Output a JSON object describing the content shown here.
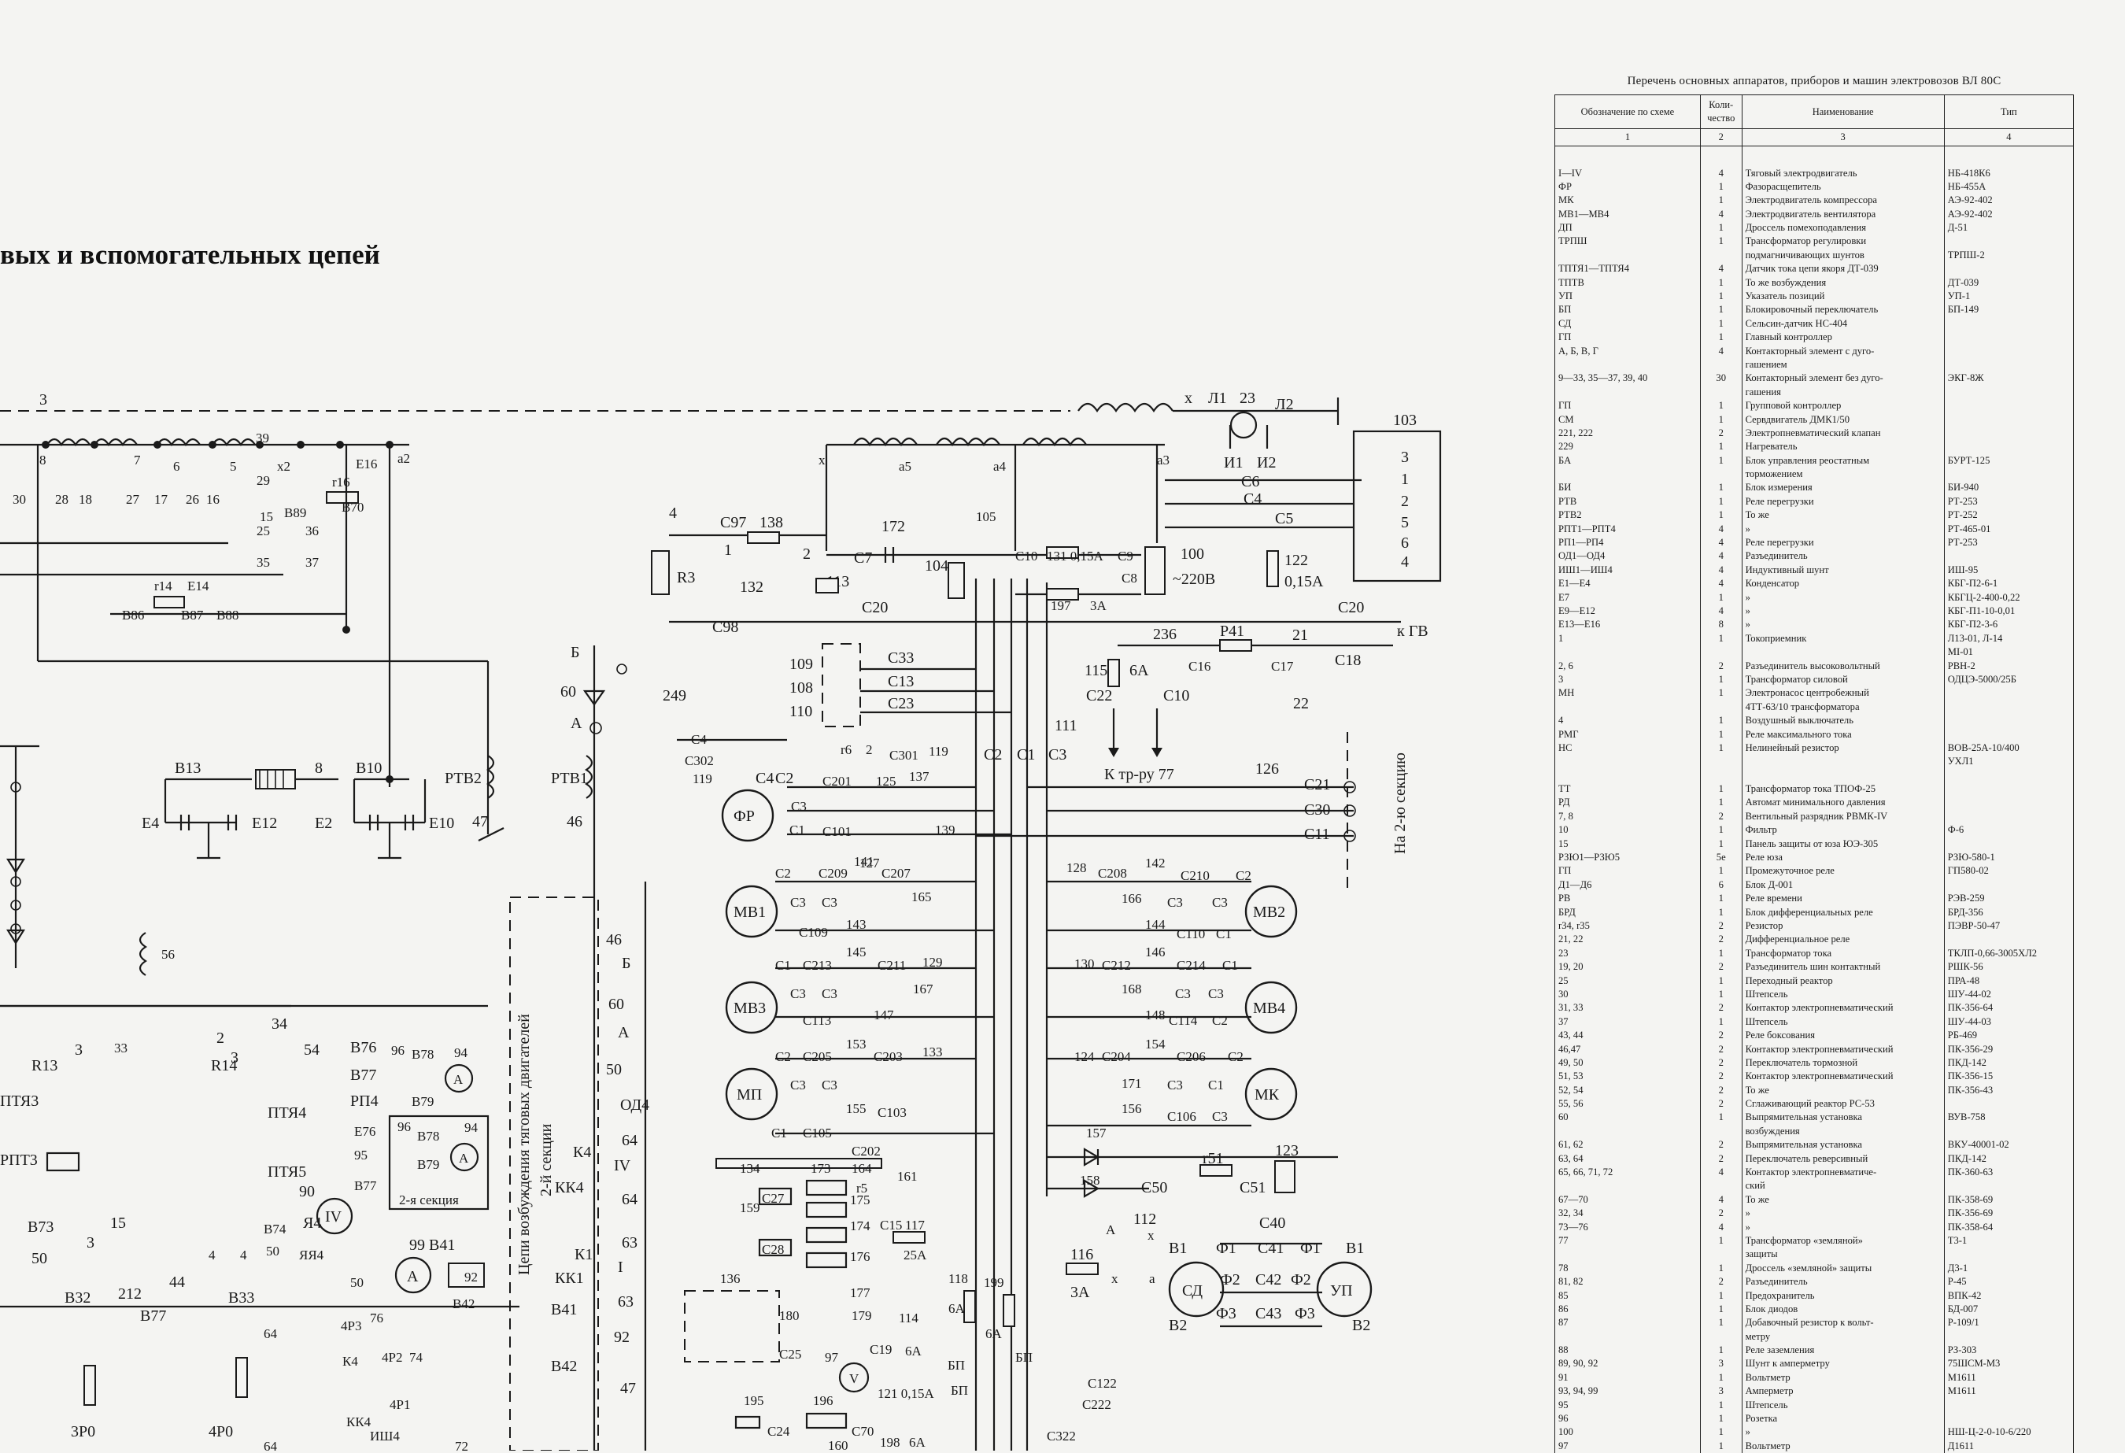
{
  "title": "вых и вспомогательных цепей",
  "parts_table": {
    "caption": "Перечень основных аппаратов, приборов и машин электровозов ВЛ 80С",
    "headers": [
      "Обозначение по схеме",
      "Коли-чество",
      "Наименование",
      "Тип"
    ],
    "col_numbers": [
      "1",
      "2",
      "3",
      "4"
    ],
    "rows": [
      [
        "I—IV",
        "4",
        "Тяговый электродвигатель",
        "НБ-418К6"
      ],
      [
        "ФР",
        "1",
        "Фазорасщепитель",
        "НБ-455А"
      ],
      [
        "МК",
        "1",
        "Электродвигатель компрессора",
        "АЭ-92-402"
      ],
      [
        "МВ1—МВ4",
        "4",
        "Электродвигатель вентилятора",
        "АЭ-92-402"
      ],
      [
        "ДП",
        "1",
        "Дроссель помехоподавления",
        "Д-51"
      ],
      [
        "ТРПШ",
        "1",
        "Трансформатор регулировки",
        ""
      ],
      [
        "",
        "",
        "подмагничивающих шунтов",
        "ТРПШ-2"
      ],
      [
        "ТПТЯ1—ТПТЯ4",
        "4",
        "Датчик тока цепи якоря ДТ-039",
        ""
      ],
      [
        "ТПТВ",
        "1",
        "То же возбуждения",
        "ДТ-039"
      ],
      [
        "УП",
        "1",
        "Указатель позиций",
        "УП-1"
      ],
      [
        "БП",
        "1",
        "Блокировочный переключатель",
        "БП-149"
      ],
      [
        "СД",
        "1",
        "Сельсин-датчик НС-404",
        ""
      ],
      [
        "ГП",
        "1",
        "Главный контроллер",
        ""
      ],
      [
        "А, Б, В, Г",
        "4",
        "Контакторный элемент с дуго-",
        ""
      ],
      [
        "",
        "",
        "гашением",
        ""
      ],
      [
        "9—33, 35—37, 39, 40",
        "30",
        "Контакторный элемент без дуго-",
        "ЭКГ-8Ж"
      ],
      [
        "",
        "",
        "гашения",
        ""
      ],
      [
        "ГП",
        "1",
        "Групповой контроллер",
        ""
      ],
      [
        "СМ",
        "1",
        "Сервдвигатель ДМК1/50",
        ""
      ],
      [
        "221, 222",
        "2",
        "Электропневматический клапан",
        ""
      ],
      [
        "229",
        "1",
        "Нагреватель",
        ""
      ],
      [
        "БА",
        "1",
        "Блок управления реостатным",
        "БУРТ-125"
      ],
      [
        "",
        "",
        "торможением",
        ""
      ],
      [
        "БИ",
        "1",
        "Блок измерения",
        "БИ-940"
      ],
      [
        "РТВ",
        "1",
        "Реле перегрузки",
        "РТ-253"
      ],
      [
        "РТВ2",
        "1",
        "То же",
        "РТ-252"
      ],
      [
        "РПТ1—РПТ4",
        "4",
        "»",
        "РТ-465-01"
      ],
      [
        "РП1—РП4",
        "4",
        "Реле перегрузки",
        "РТ-253"
      ],
      [
        "ОД1—ОД4",
        "4",
        "Разъединитель",
        ""
      ],
      [
        "ИШ1—ИШ4",
        "4",
        "Индуктивный шунт",
        "ИШ-95"
      ],
      [
        "Е1—Е4",
        "4",
        "Конденсатор",
        "КБГ-П2-6-1"
      ],
      [
        "Е7",
        "1",
        "»",
        "КБГЦ-2-400-0,22"
      ],
      [
        "Е9—Е12",
        "4",
        "»",
        "КБГ-П1-10-0,01"
      ],
      [
        "Е13—Е16",
        "8",
        "»",
        "КБГ-П2-3-6"
      ],
      [
        "1",
        "1",
        "Токоприемник",
        "Л13-01, Л-14"
      ],
      [
        "",
        "",
        "",
        "МІ-01"
      ],
      [
        "2, 6",
        "2",
        "Разъединитель высоковольтный",
        "РВН-2"
      ],
      [
        "3",
        "1",
        "Трансформатор силовой",
        "ОДЦЭ-5000/25Б"
      ],
      [
        "МН",
        "1",
        "Электронасос центробежный",
        ""
      ],
      [
        "",
        "",
        "4ТТ-63/10 трансформатора",
        ""
      ],
      [
        "4",
        "1",
        "Воздушный выключатель",
        ""
      ],
      [
        "РМГ",
        "1",
        "Реле максимального тока",
        ""
      ],
      [
        "НС",
        "1",
        "Нелинейный резистор",
        "ВОВ-25А-10/400"
      ],
      [
        "",
        "",
        "",
        "УХЛ1"
      ],
      [
        "",
        "",
        "",
        ""
      ],
      [
        "ТТ",
        "1",
        "Трансформатор тока ТПОФ-25",
        ""
      ],
      [
        "РД",
        "1",
        "Автомат минимального давления",
        ""
      ],
      [
        "7, 8",
        "2",
        "Вентильный разрядник РВМК-IV",
        ""
      ],
      [
        "10",
        "1",
        "Фильтр",
        "Ф-6"
      ],
      [
        "15",
        "1",
        "Панель защиты от юза ЮЭ-305",
        ""
      ],
      [
        "РЗЮ1—РЗЮ5",
        "5e",
        "Реле юза",
        "РЗЮ-580-1"
      ],
      [
        "ГП",
        "1",
        "Промежуточное реле",
        "ГП580-02"
      ],
      [
        "Д1—Д6",
        "6",
        "Блок Д-001",
        ""
      ],
      [
        "РВ",
        "1",
        "Реле времени",
        "РЭВ-259"
      ],
      [
        "БРД",
        "1",
        "Блок дифференциальных реле",
        "БРД-356"
      ],
      [
        "r34, r35",
        "2",
        "Резистор",
        "ПЭВР-50-47"
      ],
      [
        "21, 22",
        "2",
        "Дифференциальное реле",
        ""
      ],
      [
        "23",
        "1",
        "Трансформатор тока",
        "ТКЛП-0,66-3005ХЛ2"
      ],
      [
        "19, 20",
        "2",
        "Разъединитель шин контактный",
        "РШК-56"
      ],
      [
        "25",
        "1",
        "Переходный реактор",
        "ПРА-48"
      ],
      [
        "30",
        "1",
        "Штепсель",
        "ШУ-44-02"
      ],
      [
        "31, 33",
        "2",
        "Контактор электропневматический",
        "ПК-356-64"
      ],
      [
        "37",
        "1",
        "Штепсель",
        "ШУ-44-03"
      ],
      [
        "43, 44",
        "2",
        "Реле боксования",
        "РБ-469"
      ],
      [
        "46,47",
        "2",
        "Контактор электропневматический",
        "ПК-356-29"
      ],
      [
        "49, 50",
        "2",
        "Переключатель тормозной",
        "ПКД-142"
      ],
      [
        "51, 53",
        "2",
        "Контактор электропневматический",
        "ПК-356-15"
      ],
      [
        "52, 54",
        "2",
        "То же",
        "ПК-356-43"
      ],
      [
        "55, 56",
        "2",
        "Сглаживающий реактор РС-53",
        ""
      ],
      [
        "60",
        "1",
        "Выпрямительная установка",
        "ВУВ-758"
      ],
      [
        "",
        "",
        "возбуждения",
        ""
      ],
      [
        "61, 62",
        "2",
        "Выпрямительная установка",
        "ВКУ-40001-02"
      ],
      [
        "63, 64",
        "2",
        "Переключатель реверсивный",
        "ПКД-142"
      ],
      [
        "65, 66, 71, 72",
        "4",
        "Контактор электропневматиче-",
        "ПК-360-63"
      ],
      [
        "",
        "",
        "ский",
        ""
      ],
      [
        "67—70",
        "4",
        "То же",
        "ПК-358-69"
      ],
      [
        "32, 34",
        "2",
        "»",
        "ПК-356-69"
      ],
      [
        "73—76",
        "4",
        "»",
        "ПК-358-64"
      ],
      [
        "77",
        "1",
        "Трансформатор «земляной»",
        "Т3-1"
      ],
      [
        "",
        "",
        "защиты",
        ""
      ],
      [
        "78",
        "1",
        "Дроссель «земляной» защиты",
        "Д3-1"
      ],
      [
        "81, 82",
        "2",
        "Разъединитель",
        "Р-45"
      ],
      [
        "85",
        "1",
        "Предохранитель",
        "ВПК-42"
      ],
      [
        "86",
        "1",
        "Блок диодов",
        "БД-007"
      ],
      [
        "87",
        "1",
        "Добавочный резистор к вольт-",
        "Р-109/1"
      ],
      [
        "",
        "",
        "метру",
        ""
      ],
      [
        "88",
        "1",
        "Реле заземления",
        "РЗ-303"
      ],
      [
        "89, 90, 92",
        "3",
        "Шунт к амперметру",
        "75ШСМ-М3"
      ],
      [
        "91",
        "1",
        "Вольтметр",
        "М1611"
      ],
      [
        "93, 94, 99",
        "3",
        "Амперметр",
        "М1611"
      ],
      [
        "95",
        "1",
        "Штепсель",
        ""
      ],
      [
        "96",
        "1",
        "Розетка",
        ""
      ],
      [
        "100",
        "1",
        "»",
        "НШ-Ц-2-0-10-6/220"
      ],
      [
        "97",
        "1",
        "Вольтметр",
        "Д1611"
      ]
    ]
  },
  "diagram": {
    "motors": {
      "fr": "ФР",
      "mv1": "МВ1",
      "mv2": "МВ2",
      "mv3": "МВ3",
      "mv4": "МВ4",
      "mp": "МП",
      "mk": "МК",
      "sd": "СД",
      "up": "УП"
    },
    "side_text": {
      "second_section": "На 2-ю секцию",
      "excitation": "Цепи возбуждения тяговых двигателей",
      "excitation2": "2-й секции",
      "sec2_meters": "2-я секция"
    },
    "labels": {
      "k_gv": "к ГВ",
      "k_trru": "К тр-ру 77",
      "v220": "~220В",
      "f015a": "0,15А",
      "f3a": "3А",
      "f6a": "6А",
      "f25a": "25А"
    }
  }
}
